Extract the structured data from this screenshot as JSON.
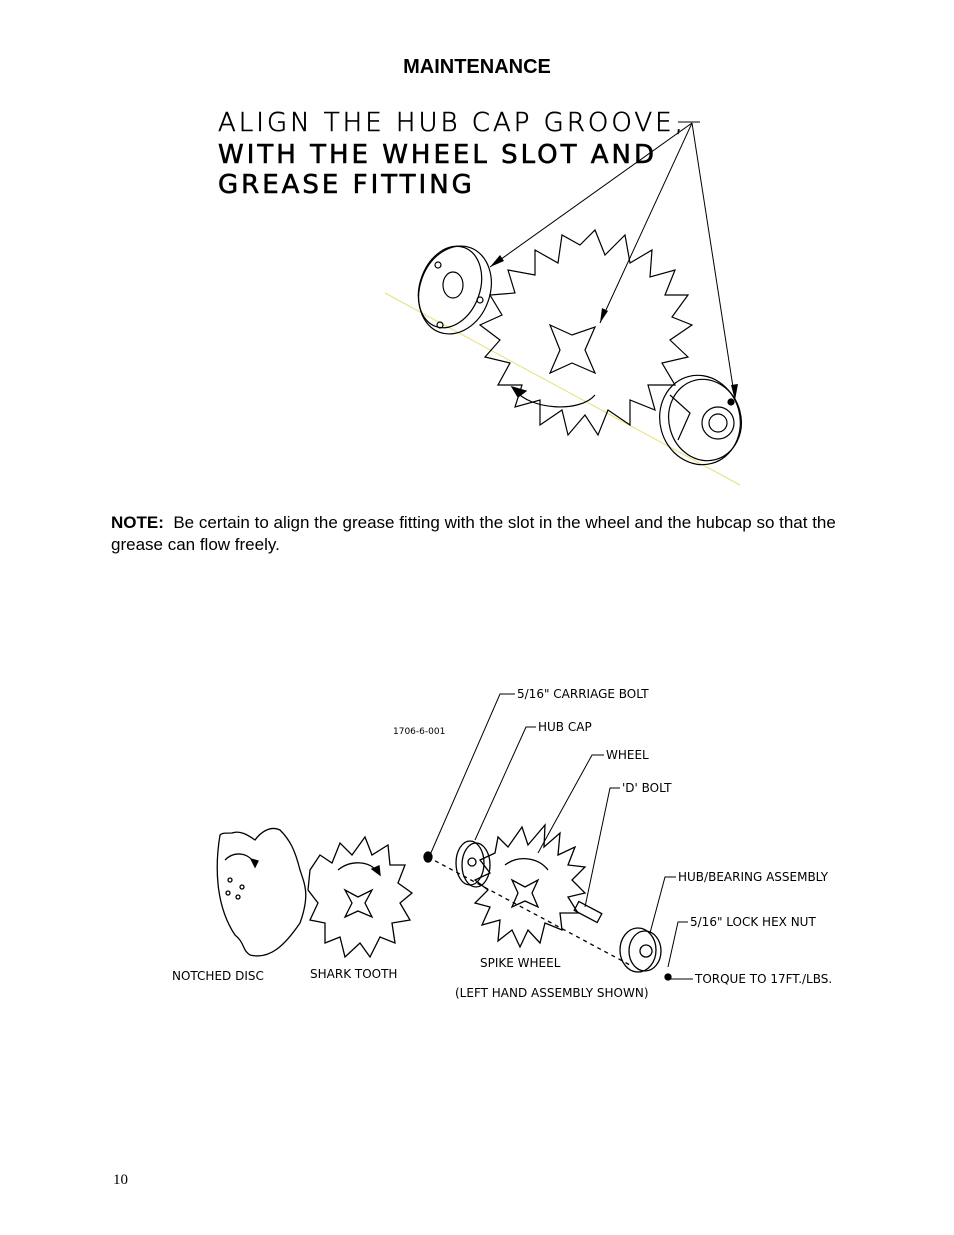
{
  "header": {
    "title": "MAINTENANCE"
  },
  "figure1": {
    "callout_lines": [
      "ALIGN THE HUB CAP GROOVE,",
      "WITH THE WHEEL SLOT AND",
      "GREASE FITTING"
    ]
  },
  "note": {
    "label": "NOTE:",
    "text": "Be certain to align the grease fitting with the slot in the wheel and the hubcap so that the grease can flow freely."
  },
  "figure2": {
    "part_number": "1706-6-001",
    "labels": {
      "carriage_bolt": "5/16\" CARRIAGE BOLT",
      "hub_cap": "HUB CAP",
      "wheel": "WHEEL",
      "d_bolt": "'D' BOLT",
      "hub_bearing": "HUB/BEARING ASSEMBLY",
      "lock_nut": "5/16\" LOCK HEX NUT",
      "torque": "TORQUE TO 17FT./LBS."
    },
    "captions": {
      "notched_disc": "NOTCHED DISC",
      "shark_tooth": "SHARK TOOTH",
      "spike_wheel": "SPIKE WHEEL",
      "assembly": "(LEFT HAND ASSEMBLY SHOWN)"
    }
  },
  "footer": {
    "page_number": "10"
  }
}
